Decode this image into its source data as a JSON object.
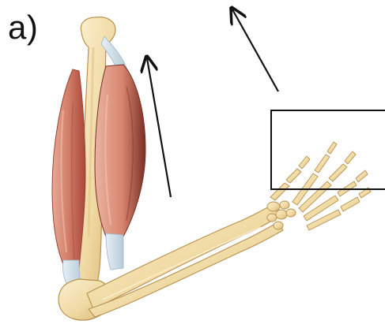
{
  "figure": {
    "panel_label": "a)",
    "colors": {
      "bone": "#f2dfb0",
      "bone_shadow": "#d9b777",
      "bone_outline": "#b8924f",
      "muscle": "#d98a76",
      "muscle_dark": "#b3533f",
      "tendon": "#cfe0ea",
      "arrow": "#111111",
      "box": "#111111"
    },
    "icons": [
      "upward-force-arrow",
      "upward-force-arrow",
      "hand-highlight-box"
    ]
  }
}
